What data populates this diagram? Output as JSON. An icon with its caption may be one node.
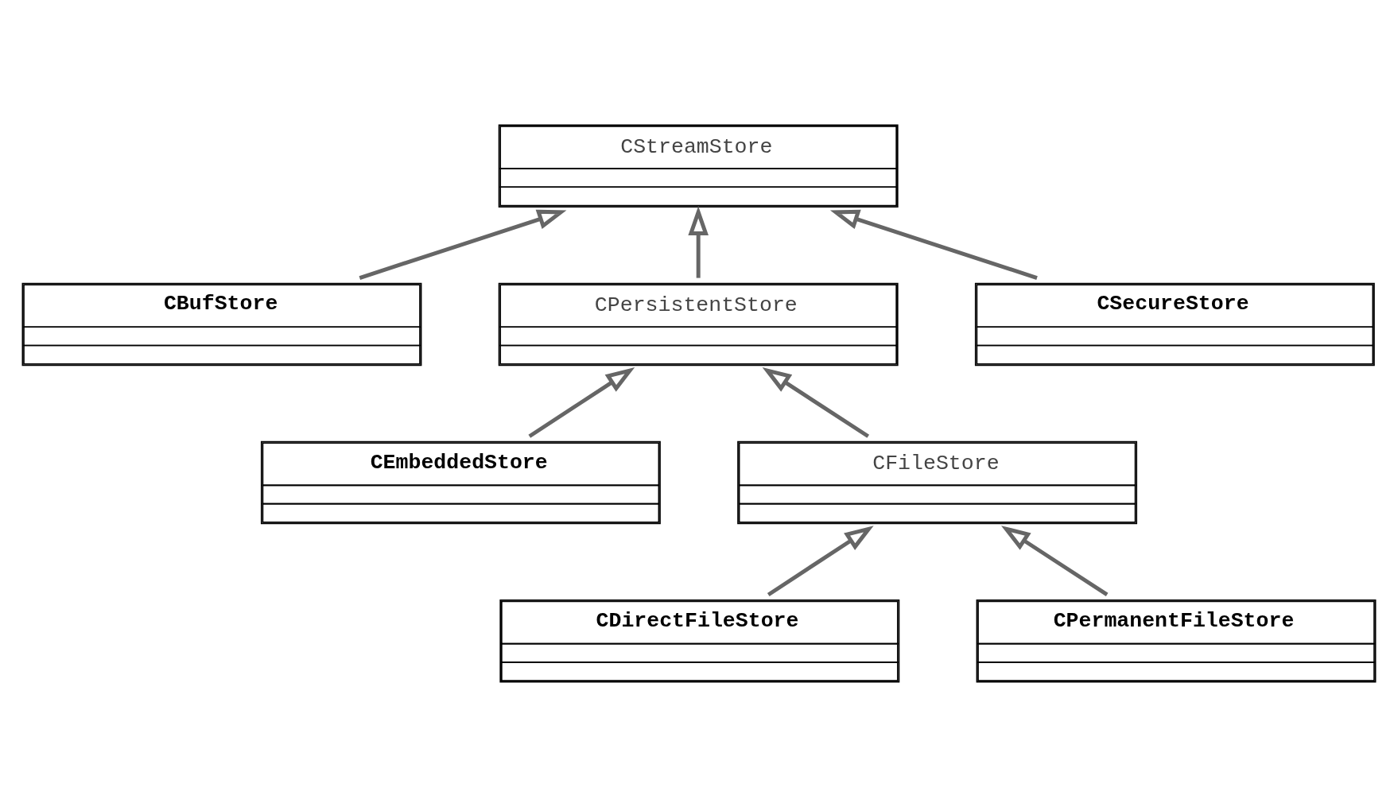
{
  "diagram": {
    "nodes": [
      {
        "text": [
          "CStreamStore"
        ]
      },
      {
        "text": [
          "CBufStore"
        ]
      },
      {
        "text": [
          "CPersistentStore"
        ]
      },
      {
        "text": [
          "CSecureStore"
        ]
      },
      {
        "text": [
          "CEmbeddedStore"
        ]
      },
      {
        "text": [
          "CFileStore"
        ]
      },
      {
        "text": [
          "CDirectFileStore"
        ]
      },
      {
        "text": [
          "CPermanentFileStore"
        ]
      }
    ],
    "edges": [
      {
        "from": 1,
        "to": 0,
        "arrow": "to"
      },
      {
        "from": 2,
        "to": 0,
        "arrow": "to"
      },
      {
        "from": 3,
        "to": 0,
        "arrow": "to"
      },
      {
        "from": 4,
        "to": 2,
        "arrow": "to"
      },
      {
        "from": 5,
        "to": 2,
        "arrow": "to"
      },
      {
        "from": 6,
        "to": 5,
        "arrow": "to"
      },
      {
        "from": 7,
        "to": 5,
        "arrow": "to"
      }
    ]
  }
}
